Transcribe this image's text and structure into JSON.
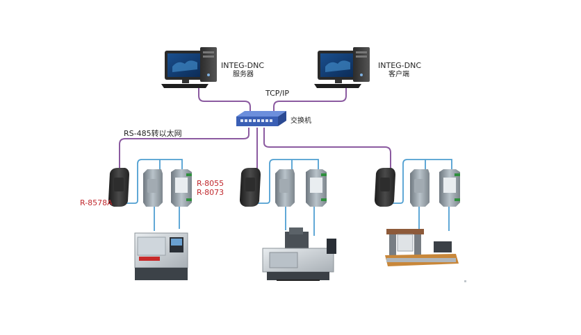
{
  "server": {
    "name": "INTEG-DNC",
    "role": "服务器"
  },
  "client": {
    "name": "INTEG-DNC",
    "role": "客户端"
  },
  "network": {
    "protocol": "TCP/IP",
    "switch_label": "交换机",
    "converter_label": "RS-485转以太网"
  },
  "modules": {
    "converter": "R-8578A",
    "io_1": "R-8055",
    "io_2": "R-8073"
  },
  "colors": {
    "ethernet": "#8b5aa0",
    "serial": "#4f9fd1",
    "label_red": "#c0282d",
    "switch": "#3a5fb5"
  }
}
